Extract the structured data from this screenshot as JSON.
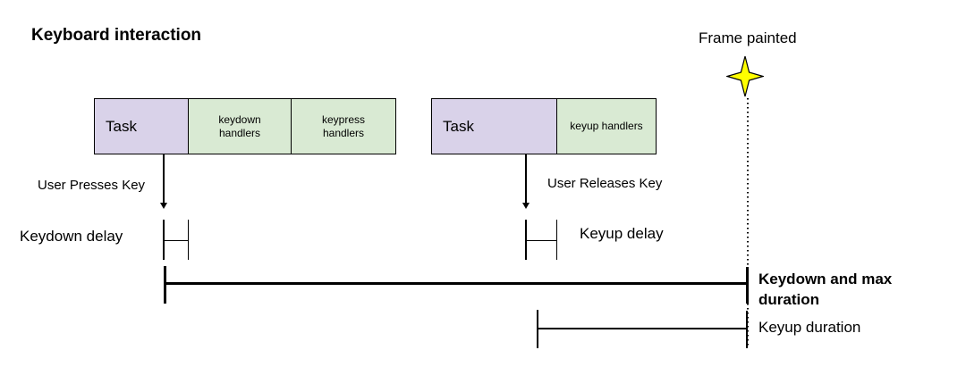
{
  "title": "Keyboard interaction",
  "colors": {
    "task-fill": "#d9d2e9",
    "handler-fill": "#d9ead3",
    "star-fill": "#ffff00",
    "line": "#000000"
  },
  "frame_painted": {
    "label": "Frame painted",
    "icon": "four-point-star"
  },
  "keydown_sequence": {
    "task_label": "Task",
    "handlers": [
      {
        "label": "keydown\nhandlers"
      },
      {
        "label": "keypress\nhandlers"
      }
    ],
    "event_label": "User Presses Key",
    "delay_label": "Keydown delay"
  },
  "keyup_sequence": {
    "task_label": "Task",
    "handlers": [
      {
        "label": "keyup handlers"
      }
    ],
    "event_label": "User Releases Key",
    "delay_label": "Keyup delay"
  },
  "durations": {
    "keydown_max_label": "Keydown and max duration",
    "keyup_label": "Keyup duration"
  }
}
